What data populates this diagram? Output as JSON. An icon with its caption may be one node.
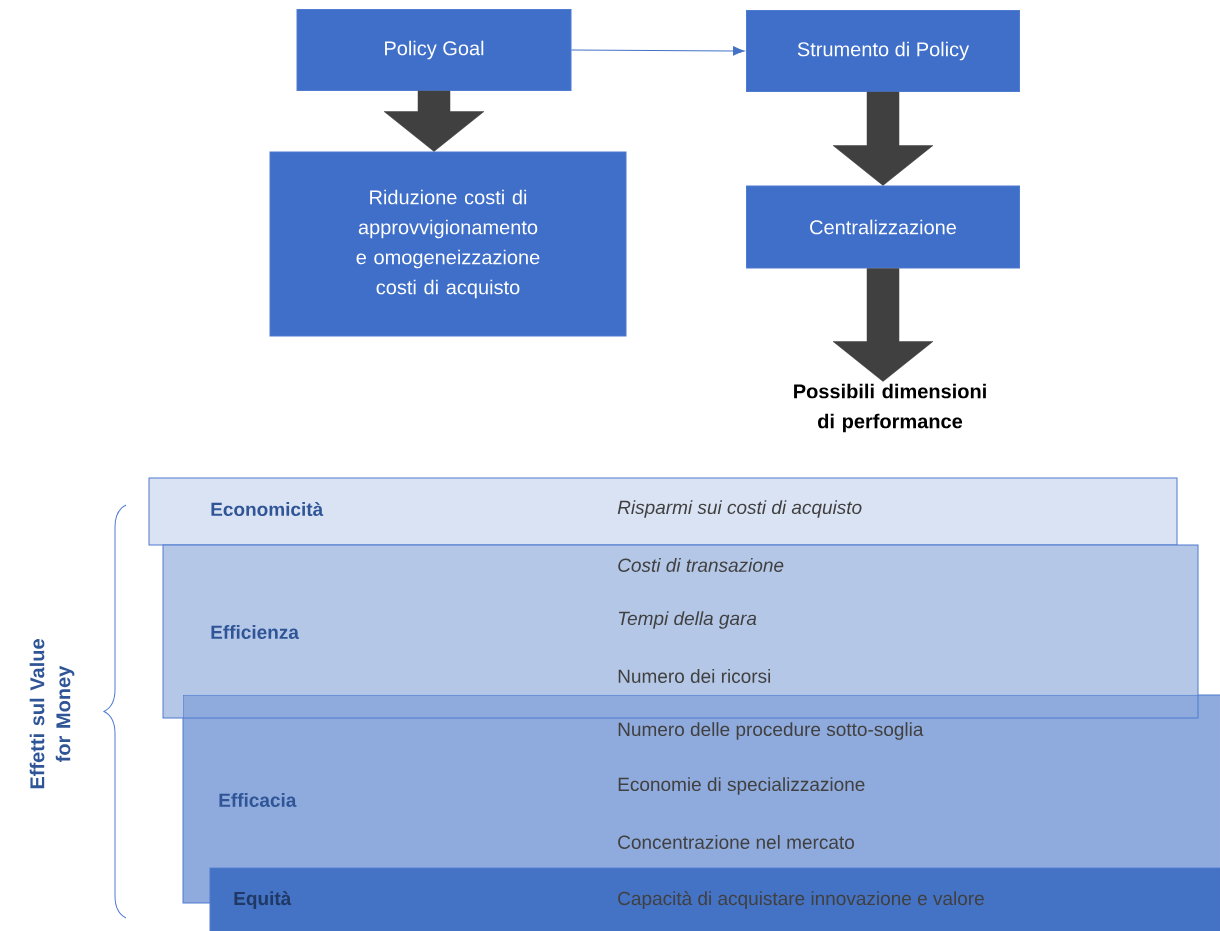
{
  "diagram": {
    "nodes": [
      {
        "text": [
          "Policy Goal"
        ]
      },
      {
        "text": [
          "Strumento di Policy"
        ]
      },
      {
        "text": [
          "Riduzione costi di approvvigionamento e omogeneizzazione costi di acquisto"
        ]
      },
      {
        "text": [
          "Centralizzazione"
        ]
      },
      {
        "text": [
          "Possibili dimensioni di performance"
        ]
      },
      {
        "text": [
          "Economicità",
          "Risparmi sui costi di acquisto"
        ]
      },
      {
        "text": [
          "Efficienza",
          "Costi di transazione",
          "Tempi della gara",
          "Numero dei ricorsi"
        ]
      },
      {
        "text": [
          "Efficacia",
          "Numero delle procedure sotto-soglia",
          "Economie di specializzazione",
          "Concentrazione nel mercato"
        ]
      },
      {
        "text": [
          "Equità",
          "Capacità di acquistare innovazione e valore"
        ]
      }
    ],
    "edges": [
      {
        "from": 0,
        "to": 1,
        "arrow": "to",
        "color": "#4472c4"
      },
      {
        "from": 0,
        "to": 2,
        "arrow": "to",
        "style": "thick"
      },
      {
        "from": 1,
        "to": 3,
        "arrow": "to",
        "style": "thick"
      },
      {
        "from": 3,
        "to": 4,
        "arrow": "to",
        "style": "thick"
      }
    ],
    "labels": [
      "Effetti sul Value for Money"
    ]
  }
}
